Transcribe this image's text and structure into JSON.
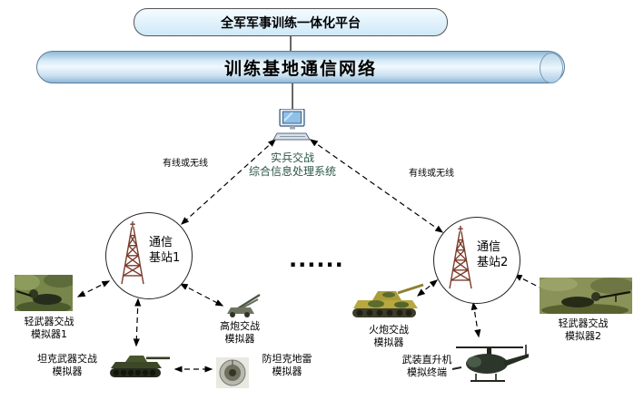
{
  "colors": {
    "cylinder_fill": "#cfe6f5",
    "platform_fill": "#d9eef8",
    "line_color": "#000000",
    "processor_text": "#2d5747",
    "tower_color": "#7a3b2b"
  },
  "platform": {
    "label": "全军军事训练一体化平台"
  },
  "backbone": {
    "label": "训练基地通信网络"
  },
  "processor": {
    "line1": "实兵交战",
    "line2": "综合信息处理系统",
    "icon": "computer-icon"
  },
  "links": {
    "left": "有线或无线",
    "right": "有线或无线"
  },
  "stations": {
    "s1": {
      "line1": "通信",
      "line2": "基站1",
      "icon": "antenna-tower-icon"
    },
    "s2": {
      "line1": "通信",
      "line2": "基站2",
      "icon": "antenna-tower-icon"
    }
  },
  "ellipsis": "......",
  "simulators": {
    "light1": {
      "line1": "轻武器交战",
      "line2": "模拟器1",
      "icon": "soldier-photo"
    },
    "aagun": {
      "line1": "高炮交战",
      "line2": "模拟器",
      "icon": "aa-gun-photo"
    },
    "tank": {
      "line1": "坦克武器交战",
      "line2": "模拟器",
      "icon": "tank-photo"
    },
    "mine": {
      "line1": "防坦克地雷",
      "line2": "模拟器",
      "icon": "mine-photo"
    },
    "artillery": {
      "line1": "火炮交战",
      "line2": "模拟器",
      "icon": "artillery-photo"
    },
    "helicopter": {
      "line1": "武装直升机",
      "line2": "模拟终端",
      "icon": "helicopter-photo"
    },
    "light2": {
      "line1": "轻武器交战",
      "line2": "模拟器2",
      "icon": "soldier-photo"
    }
  }
}
